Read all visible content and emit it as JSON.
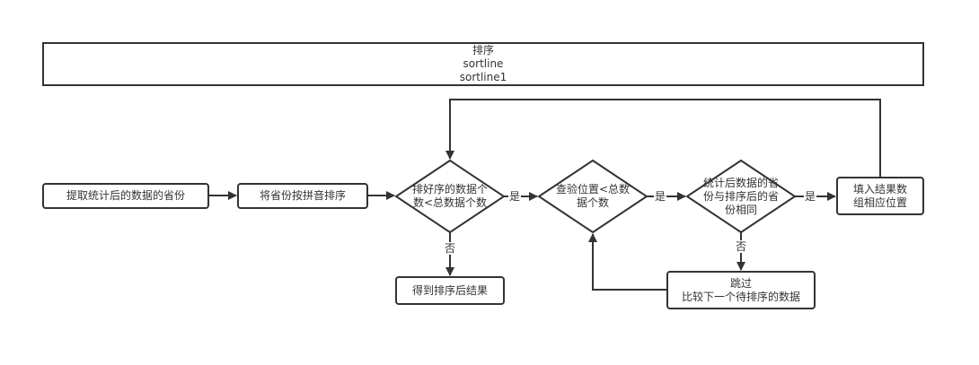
{
  "diagram": {
    "header_box": {
      "lines": [
        "排序",
        "sortline",
        "sortline1"
      ]
    },
    "nodes": {
      "extract": "提取统计后的数据的省份",
      "pinyin_sort": "将省份按拼音排序",
      "cond_sorted_count": "排好序的数据个\n数<总数据个数",
      "cond_check_pos": "查验位置<总数\n据个数",
      "cond_same_province": "统计后数据的省\n份与排序后的省\n份相同",
      "fill_result": "填入结果数\n组相应位置",
      "get_result": "得到排序后结果",
      "skip": "跳过\n比较下一个待排序的数据"
    },
    "edge_labels": {
      "yes1": "是",
      "yes2": "是",
      "yes3": "是",
      "no1": "否",
      "no2": "否"
    },
    "colors": {
      "stroke": "#333333",
      "fill": "#ffffff"
    }
  }
}
